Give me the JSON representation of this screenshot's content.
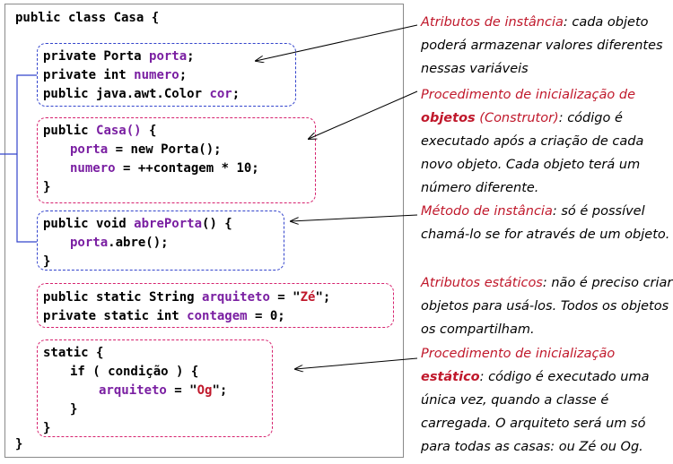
{
  "code": {
    "class_decl": "public class Casa {",
    "class_end": "}",
    "attrs": {
      "l1_kw": "private Porta ",
      "l1_id": "porta",
      "l1_end": ";",
      "l2_kw": "private int ",
      "l2_id": "numero",
      "l2_end": ";",
      "l3_kw": "public java.awt.Color ",
      "l3_id": "cor",
      "l3_end": ";"
    },
    "constructor": {
      "l1_kw": "public ",
      "l1_id": "Casa()",
      "l1_end": " {",
      "l2_id": "porta",
      "l2_end": " = new Porta();",
      "l3_id": "numero",
      "l3_end": " = ++contagem * 10;",
      "l4": "}"
    },
    "method": {
      "l1_kw": "public void ",
      "l1_id": "abrePorta",
      "l1_end": "() {",
      "l2_id": "porta",
      "l2_end": ".abre();",
      "l3": "}"
    },
    "statics": {
      "l1_kw": "public static String ",
      "l1_id": "arquiteto",
      "l1_mid": " = \"",
      "l1_str": "Zé",
      "l1_end": "\";",
      "l2_kw": "private static int ",
      "l2_id": "contagem",
      "l2_end": " = 0;"
    },
    "static_block": {
      "l1": "static {",
      "l2": "if ( condição ) {",
      "l3_id": "arquiteto",
      "l3_mid": " = \"",
      "l3_str": "Og",
      "l3_end": "\";",
      "l4": "}",
      "l5": "}"
    }
  },
  "notes": {
    "n1": {
      "hl": "Atributos de instância",
      "rest": ": cada objeto poderá armazenar valores diferentes nessas variáveis"
    },
    "n2": {
      "hl": "Procedimento de inicialização de ",
      "hb": "objetos",
      "hl2": " (Construtor)",
      "rest": ": código é executado após a criação de cada novo objeto. Cada objeto terá um número diferente."
    },
    "n3": {
      "hl": "Método de instância",
      "rest": ": só é possível chamá-lo se for através de um objeto."
    },
    "n4": {
      "hl": "Atributos estáticos",
      "rest": ": não é preciso criar objetos para usá-los. Todos os objetos os compartilham."
    },
    "n5": {
      "hl": "Procedimento de inicialização ",
      "hb": "estático",
      "rest": ": código é executado uma única vez, quando a classe é carregada. O arquiteto será um só para todas as casas: ou Zé ou Og."
    }
  },
  "colors": {
    "identifier": "#7a1fa2",
    "string": "#c0182b",
    "blue_box": "#3344cc",
    "pink_box": "#d6226e",
    "highlight": "#c0182b"
  }
}
